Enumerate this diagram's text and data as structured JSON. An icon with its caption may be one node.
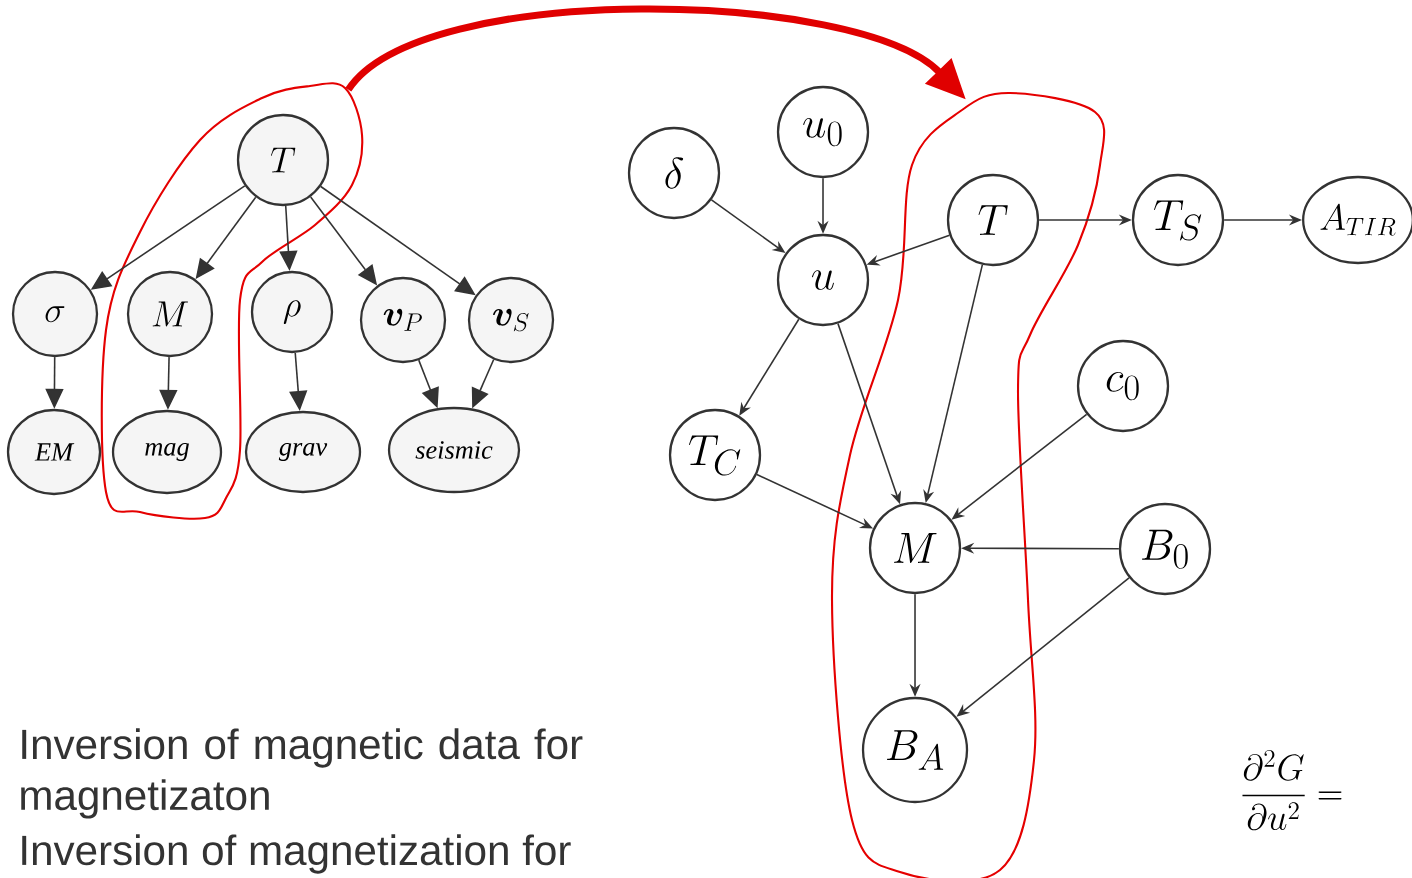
{
  "diagram": {
    "nodes": [
      {
        "text": [],
        "shape": "loop"
      },
      {
        "text": [
          "T"
        ],
        "in": 0
      },
      {
        "text": [
          "\\sigma"
        ]
      },
      {
        "text": [
          "M"
        ],
        "in": 0
      },
      {
        "text": [
          "\\rho"
        ]
      },
      {
        "text": [
          "\\bm{v}_P"
        ]
      },
      {
        "text": [
          "\\bm{v}_S"
        ]
      },
      {
        "text": [
          "EM"
        ]
      },
      {
        "text": [
          "mag"
        ],
        "in": 0
      },
      {
        "text": [
          "grav"
        ]
      },
      {
        "text": [
          "seismic"
        ]
      },
      {
        "text": [],
        "shape": "loop"
      },
      {
        "text": [
          "\\delta"
        ]
      },
      {
        "text": [
          "u_0"
        ]
      },
      {
        "text": [
          "u"
        ]
      },
      {
        "text": [
          "T"
        ],
        "in": 11
      },
      {
        "text": [
          "T_S"
        ]
      },
      {
        "text": [
          "A_{TIR}"
        ]
      },
      {
        "text": [
          "T_C"
        ]
      },
      {
        "text": [
          "c_0"
        ]
      },
      {
        "text": [
          "M"
        ],
        "in": 11
      },
      {
        "text": [
          "B_0"
        ]
      },
      {
        "text": [
          "B_A"
        ],
        "in": 11
      }
    ],
    "edges": [
      {
        "from": 0,
        "to": 11,
        "arrow": "to",
        "style": "thick",
        "color": "#e00000"
      },
      {
        "from": 1,
        "to": 2,
        "arrow": "to"
      },
      {
        "from": 1,
        "to": 3,
        "arrow": "to"
      },
      {
        "from": 1,
        "to": 4,
        "arrow": "to"
      },
      {
        "from": 1,
        "to": 5,
        "arrow": "to"
      },
      {
        "from": 1,
        "to": 6,
        "arrow": "to"
      },
      {
        "from": 2,
        "to": 7,
        "arrow": "to"
      },
      {
        "from": 3,
        "to": 8,
        "arrow": "to"
      },
      {
        "from": 4,
        "to": 9,
        "arrow": "to"
      },
      {
        "from": 5,
        "to": 10,
        "arrow": "to"
      },
      {
        "from": 6,
        "to": 10,
        "arrow": "to"
      },
      {
        "from": 12,
        "to": 14,
        "arrow": "to"
      },
      {
        "from": 13,
        "to": 14,
        "arrow": "to"
      },
      {
        "from": 15,
        "to": 14,
        "arrow": "to"
      },
      {
        "from": 15,
        "to": 16,
        "arrow": "to"
      },
      {
        "from": 16,
        "to": 17,
        "arrow": "to"
      },
      {
        "from": 14,
        "to": 18,
        "arrow": "to"
      },
      {
        "from": 14,
        "to": 20,
        "arrow": "to"
      },
      {
        "from": 15,
        "to": 20,
        "arrow": "to"
      },
      {
        "from": 19,
        "to": 20,
        "arrow": "to"
      },
      {
        "from": 18,
        "to": 20,
        "arrow": "to"
      },
      {
        "from": 21,
        "to": 20,
        "arrow": "to"
      },
      {
        "from": 20,
        "to": 22,
        "arrow": "to"
      },
      {
        "from": 21,
        "to": 22,
        "arrow": "to"
      }
    ],
    "labels": [
      "Inversion of magnetic data for magnetizaton",
      "Inversion of magnetization for",
      "\\frac{\\partial^2 G}{\\partial u^2} ="
    ]
  }
}
